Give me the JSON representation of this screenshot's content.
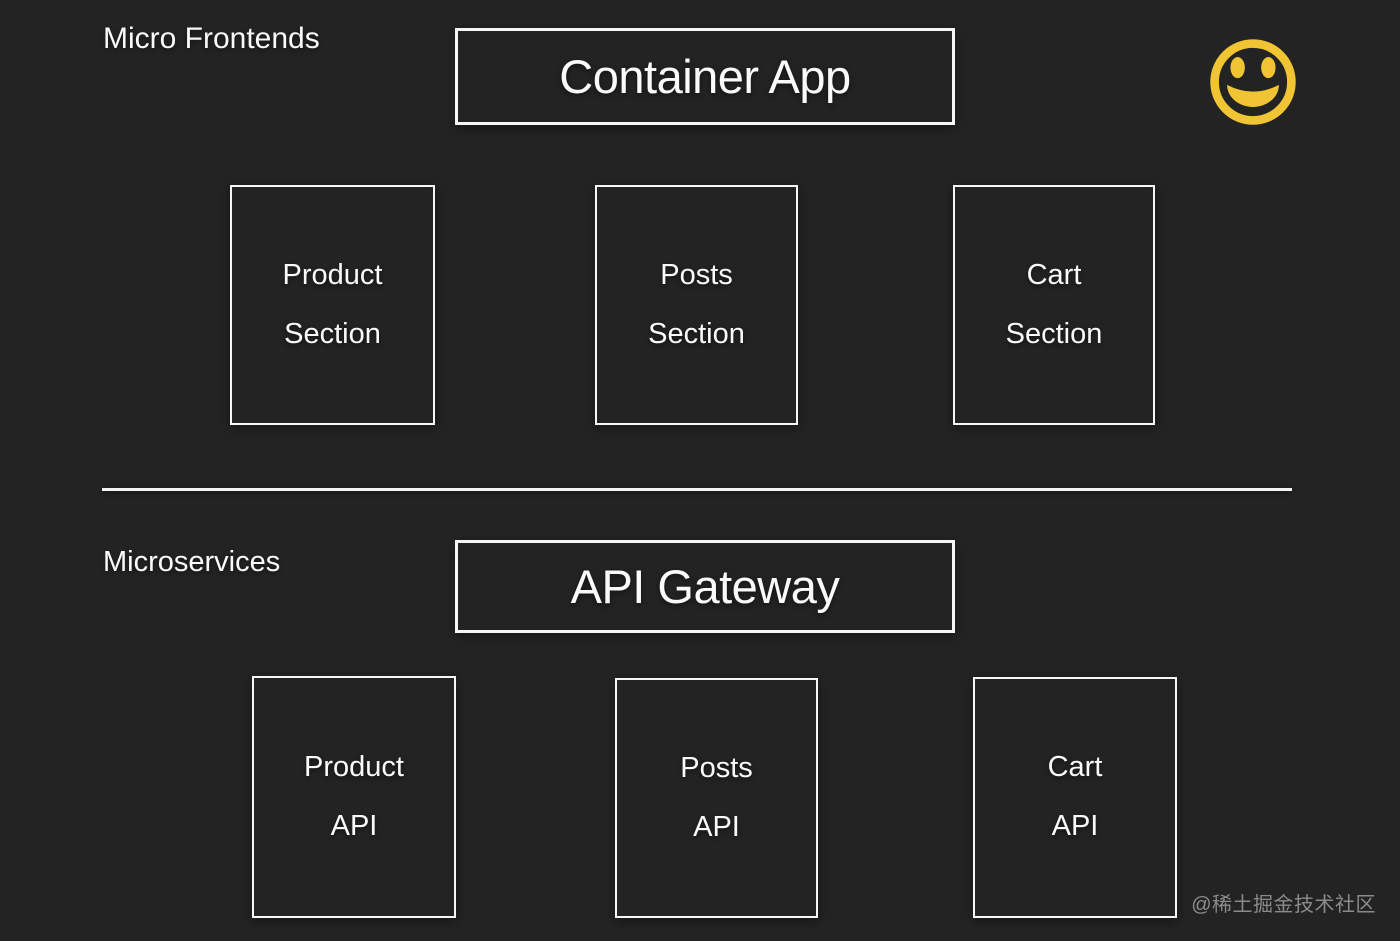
{
  "canvas": {
    "background": "#232323",
    "border_color": "#f6f6f4",
    "text_color": "#fafafa"
  },
  "frontends": {
    "label": "Micro Frontends",
    "container_label": "Container App",
    "boxes": [
      {
        "line1": "Product",
        "line2": "Section"
      },
      {
        "line1": "Posts",
        "line2": "Section"
      },
      {
        "line1": "Cart",
        "line2": "Section"
      }
    ]
  },
  "microservices": {
    "label": "Microservices",
    "gateway_label": "API Gateway",
    "boxes": [
      {
        "line1": "Product",
        "line2": "API"
      },
      {
        "line1": "Posts",
        "line2": "API"
      },
      {
        "line1": "Cart",
        "line2": "API"
      }
    ]
  },
  "smiley": {
    "icon": "smiley-face-icon",
    "color": "#F0C432"
  },
  "watermark": {
    "text": "@稀土掘金技术社区",
    "color": "#8b8b8b"
  }
}
